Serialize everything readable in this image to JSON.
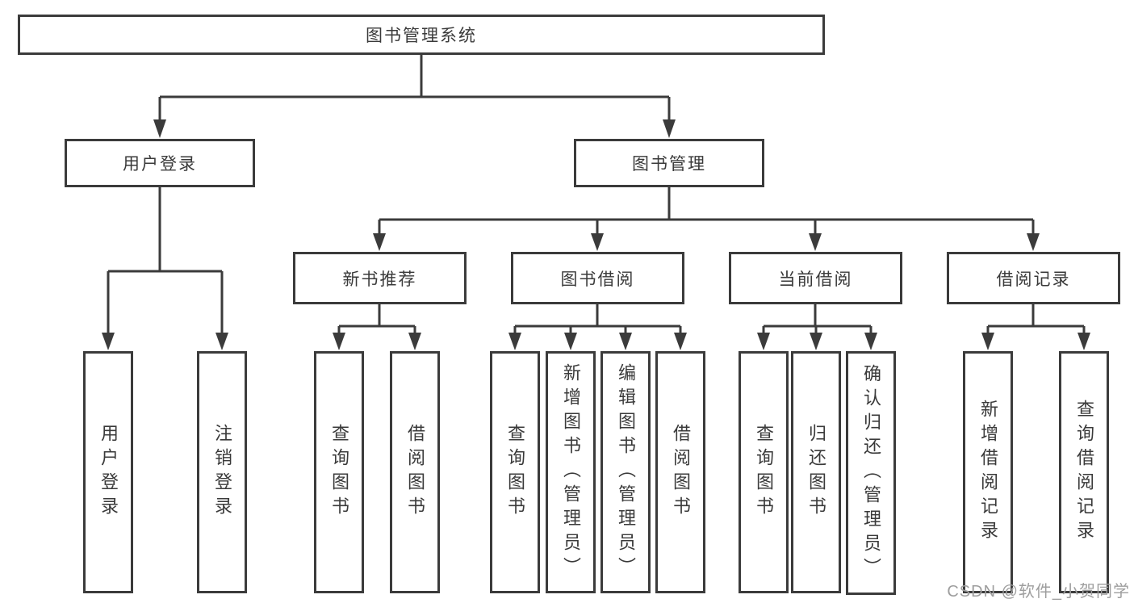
{
  "tree": {
    "label": "图书管理系统",
    "children": [
      {
        "label": "用户登录",
        "children": [
          {
            "label": "用户登录"
          },
          {
            "label": "注销登录"
          }
        ]
      },
      {
        "label": "图书管理",
        "children": [
          {
            "label": "新书推荐",
            "children": [
              {
                "label": "查询图书"
              },
              {
                "label": "借阅图书"
              }
            ]
          },
          {
            "label": "图书借阅",
            "children": [
              {
                "label": "查询图书"
              },
              {
                "label": "新增图书（管理员）"
              },
              {
                "label": "编辑图书（管理员）"
              },
              {
                "label": "借阅图书"
              }
            ]
          },
          {
            "label": "当前借阅",
            "children": [
              {
                "label": "查询图书"
              },
              {
                "label": "归还图书"
              },
              {
                "label": "确认归还（管理员）"
              }
            ]
          },
          {
            "label": "借阅记录",
            "children": [
              {
                "label": "新增借阅记录"
              },
              {
                "label": "查询借阅记录"
              }
            ]
          }
        ]
      }
    ]
  },
  "watermark": {
    "text": "CSDN @软件_小贺同学"
  },
  "colors": {
    "line": "#3b3b3b",
    "node_border": "#3b3b3b",
    "node_background": "#ffffff",
    "text": "#3a3a3a",
    "watermark": "#9e9e9e"
  }
}
